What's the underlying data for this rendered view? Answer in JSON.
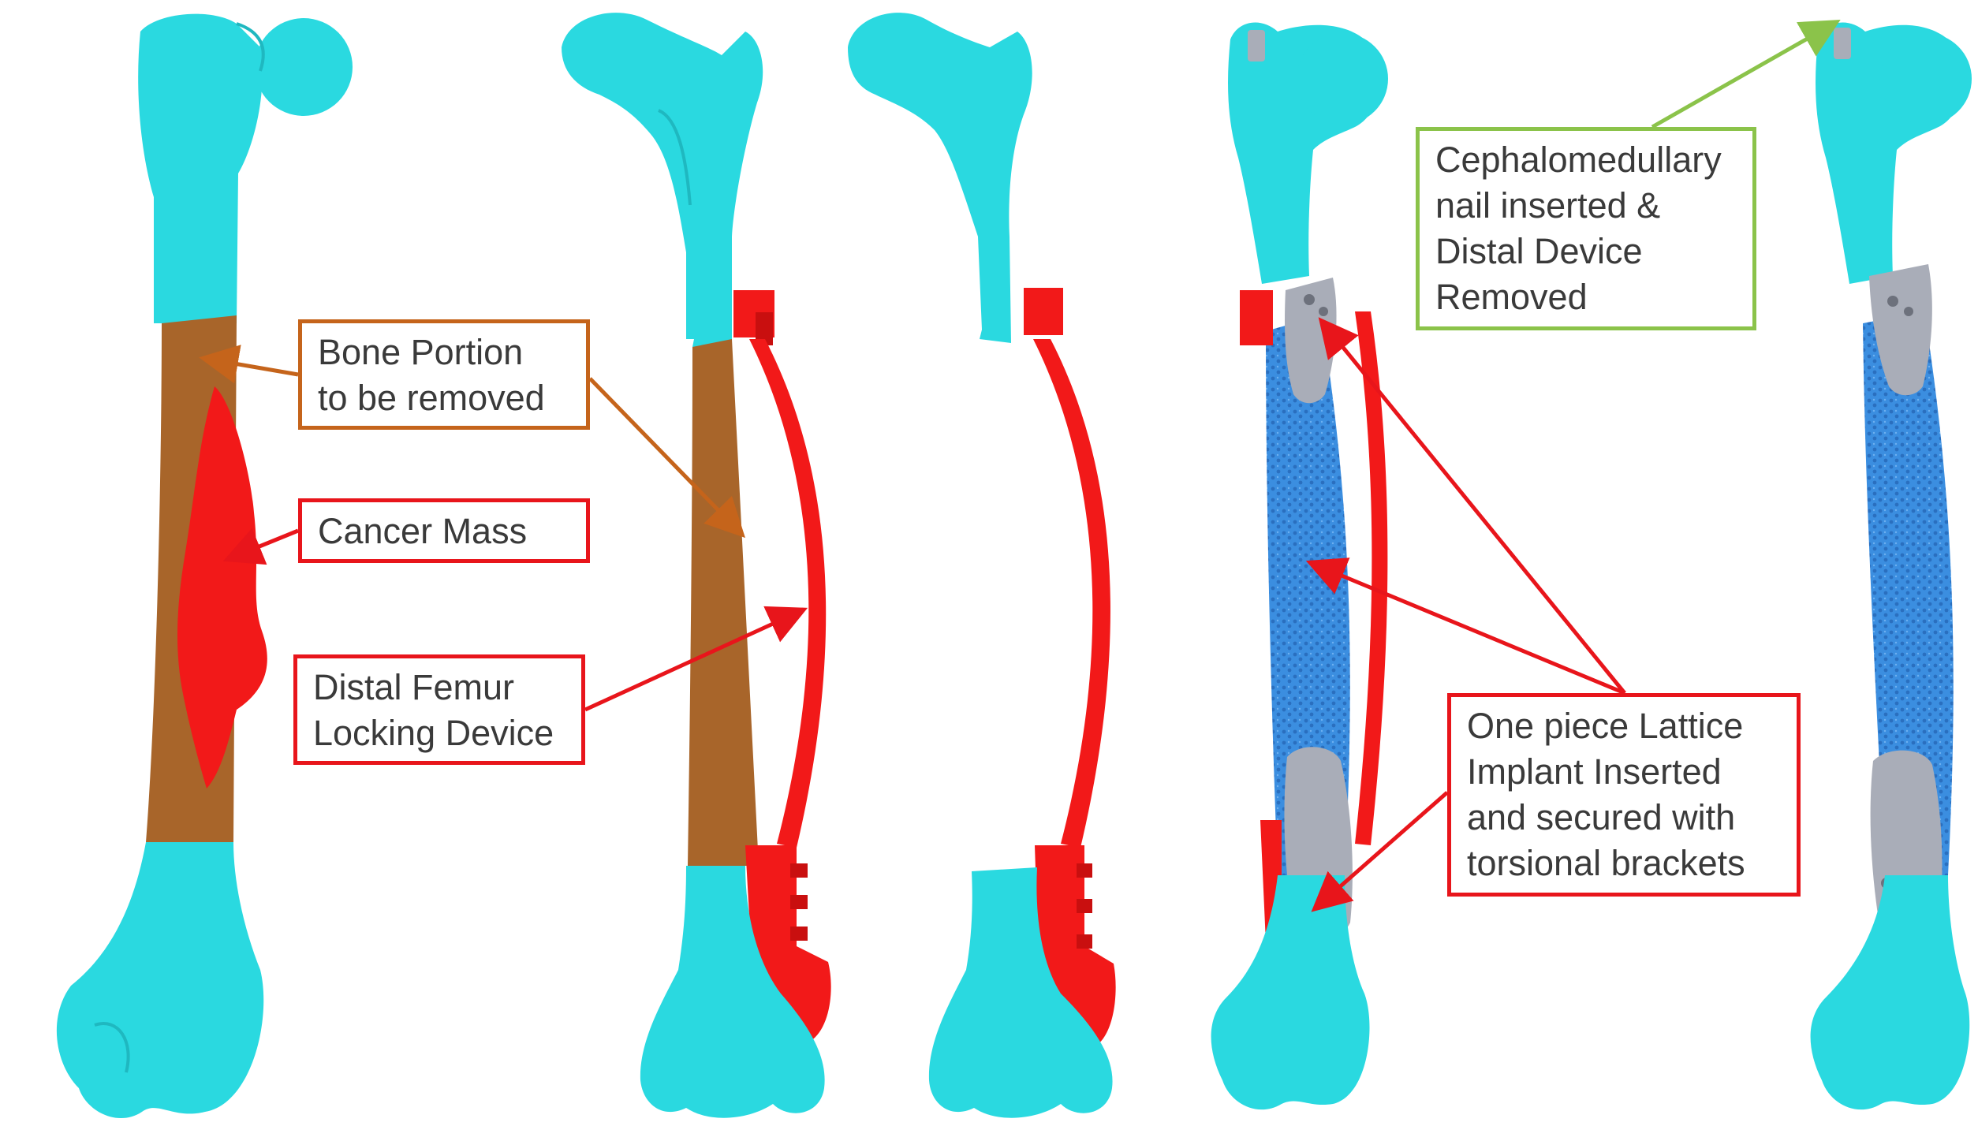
{
  "colors": {
    "bone": "#2ad9e0",
    "bone_shade": "#1fb8c0",
    "resection": "#a8652a",
    "tumor": "#f21919",
    "device": "#f21919",
    "lattice": "#3b8ee0",
    "bracket": "#a9adb8",
    "arrow_orange": "#c5641b",
    "arrow_red": "#e8151b",
    "arrow_green": "#8bc34a"
  },
  "labels": {
    "bone_portion": [
      "Bone Portion",
      "to be removed"
    ],
    "cancer_mass": [
      "Cancer Mass"
    ],
    "distal_device": [
      "Distal Femur",
      "Locking Device"
    ],
    "cephalomedullary": [
      "Cephalomedullary",
      "nail inserted &",
      "Distal Device",
      "Removed"
    ],
    "lattice_implant": [
      "One piece Lattice",
      "Implant Inserted",
      "and secured with",
      "torsional brackets"
    ]
  }
}
